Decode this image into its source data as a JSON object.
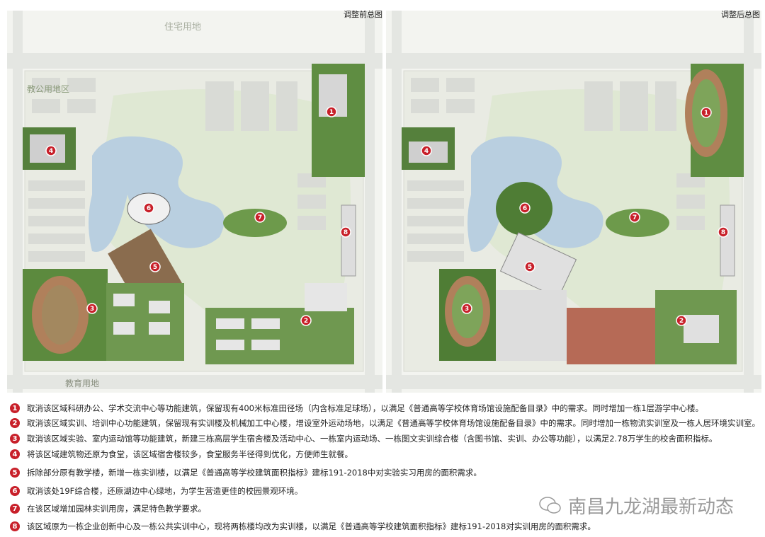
{
  "panels": {
    "before_title": "调整前总图",
    "after_title": "调整后总图",
    "land_top": "住宅用地",
    "land_bottom": "教育用地",
    "land_left": "教公用地区"
  },
  "marker_color": "#c8202a",
  "markers": [
    "1",
    "2",
    "3",
    "4",
    "5",
    "6",
    "7",
    "8"
  ],
  "legend": [
    {
      "num": "1",
      "text": "取消该区域科研办公、学术交流中心等功能建筑，保留现有400米标准田径场（内含标准足球场），以满足《普通高等学校体育场馆设施配备目录》中的需求。同时增加一栋1层游学中心楼。"
    },
    {
      "num": "2",
      "text": "取消该区域实训、培训中心功能建筑，保留现有实训楼及机械加工中心楼，增设室外运动场地，以满足《普通高等学校体育场馆设施配备目录》中的需求。同时增加一栋物流实训室及一栋人居环境实训室。"
    },
    {
      "num": "3",
      "text": "取消该区域实验、室内运动馆等功能建筑，新建三栋高层学生宿舍楼及活动中心、一栋室内运动场、一栋图文实训综合楼（含图书馆、实训、办公等功能），以满足2.78万学生的校舍面积指标。"
    },
    {
      "num": "4",
      "text": "将该区域建筑物还原为食堂，该区域宿舍楼较多，食堂服务半径得到优化，方便师生就餐。"
    },
    {
      "num": "5",
      "text": "拆除部分原有教学楼，新增一栋实训楼，以满足《普通高等学校建筑面积指标》建标191-2018中对实验实习用房的面积需求。"
    },
    {
      "num": "6",
      "text": "取消该处19F综合楼，还原湖边中心绿地，为学生营造更佳的校园景观环境。"
    },
    {
      "num": "7",
      "text": "在该区域增加园林实训用房，满足特色教学要求。"
    },
    {
      "num": "8",
      "text": "该区域原为一栋企业创新中心及一栋公共实训中心，现将两栋楼均改为实训楼，以满足《普通高等学校建筑面积指标》建标191-2018对实训用房的面积需求。"
    }
  ],
  "watermark": "南昌九龙湖最新动态"
}
